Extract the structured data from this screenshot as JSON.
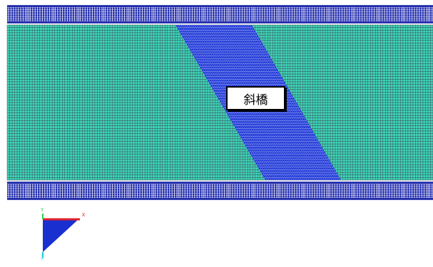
{
  "viewport": {
    "background": "#ffffff",
    "mesh": {
      "deck_color": "#3ed6b8",
      "deck_grid_color": "#3a3a4a",
      "skew_band_color": "#1a2fd0",
      "skew_band_grid_color": "#9fb4ff",
      "edge_strip_color": "#1f2aa8",
      "edge_strip_grid_color": "#e8e8ff",
      "deck_longitudinal_lines": 60,
      "deck_transverse_lines": 170
    },
    "label": {
      "text": "斜橋"
    },
    "axis_triad": {
      "x_label": "X",
      "y_label": "Y",
      "z_label": "Z",
      "x_color": "#e0202a",
      "y_color": "#28d24a",
      "z_color": "#1fc9d6",
      "triangle_color": "#1a2fd0"
    }
  }
}
